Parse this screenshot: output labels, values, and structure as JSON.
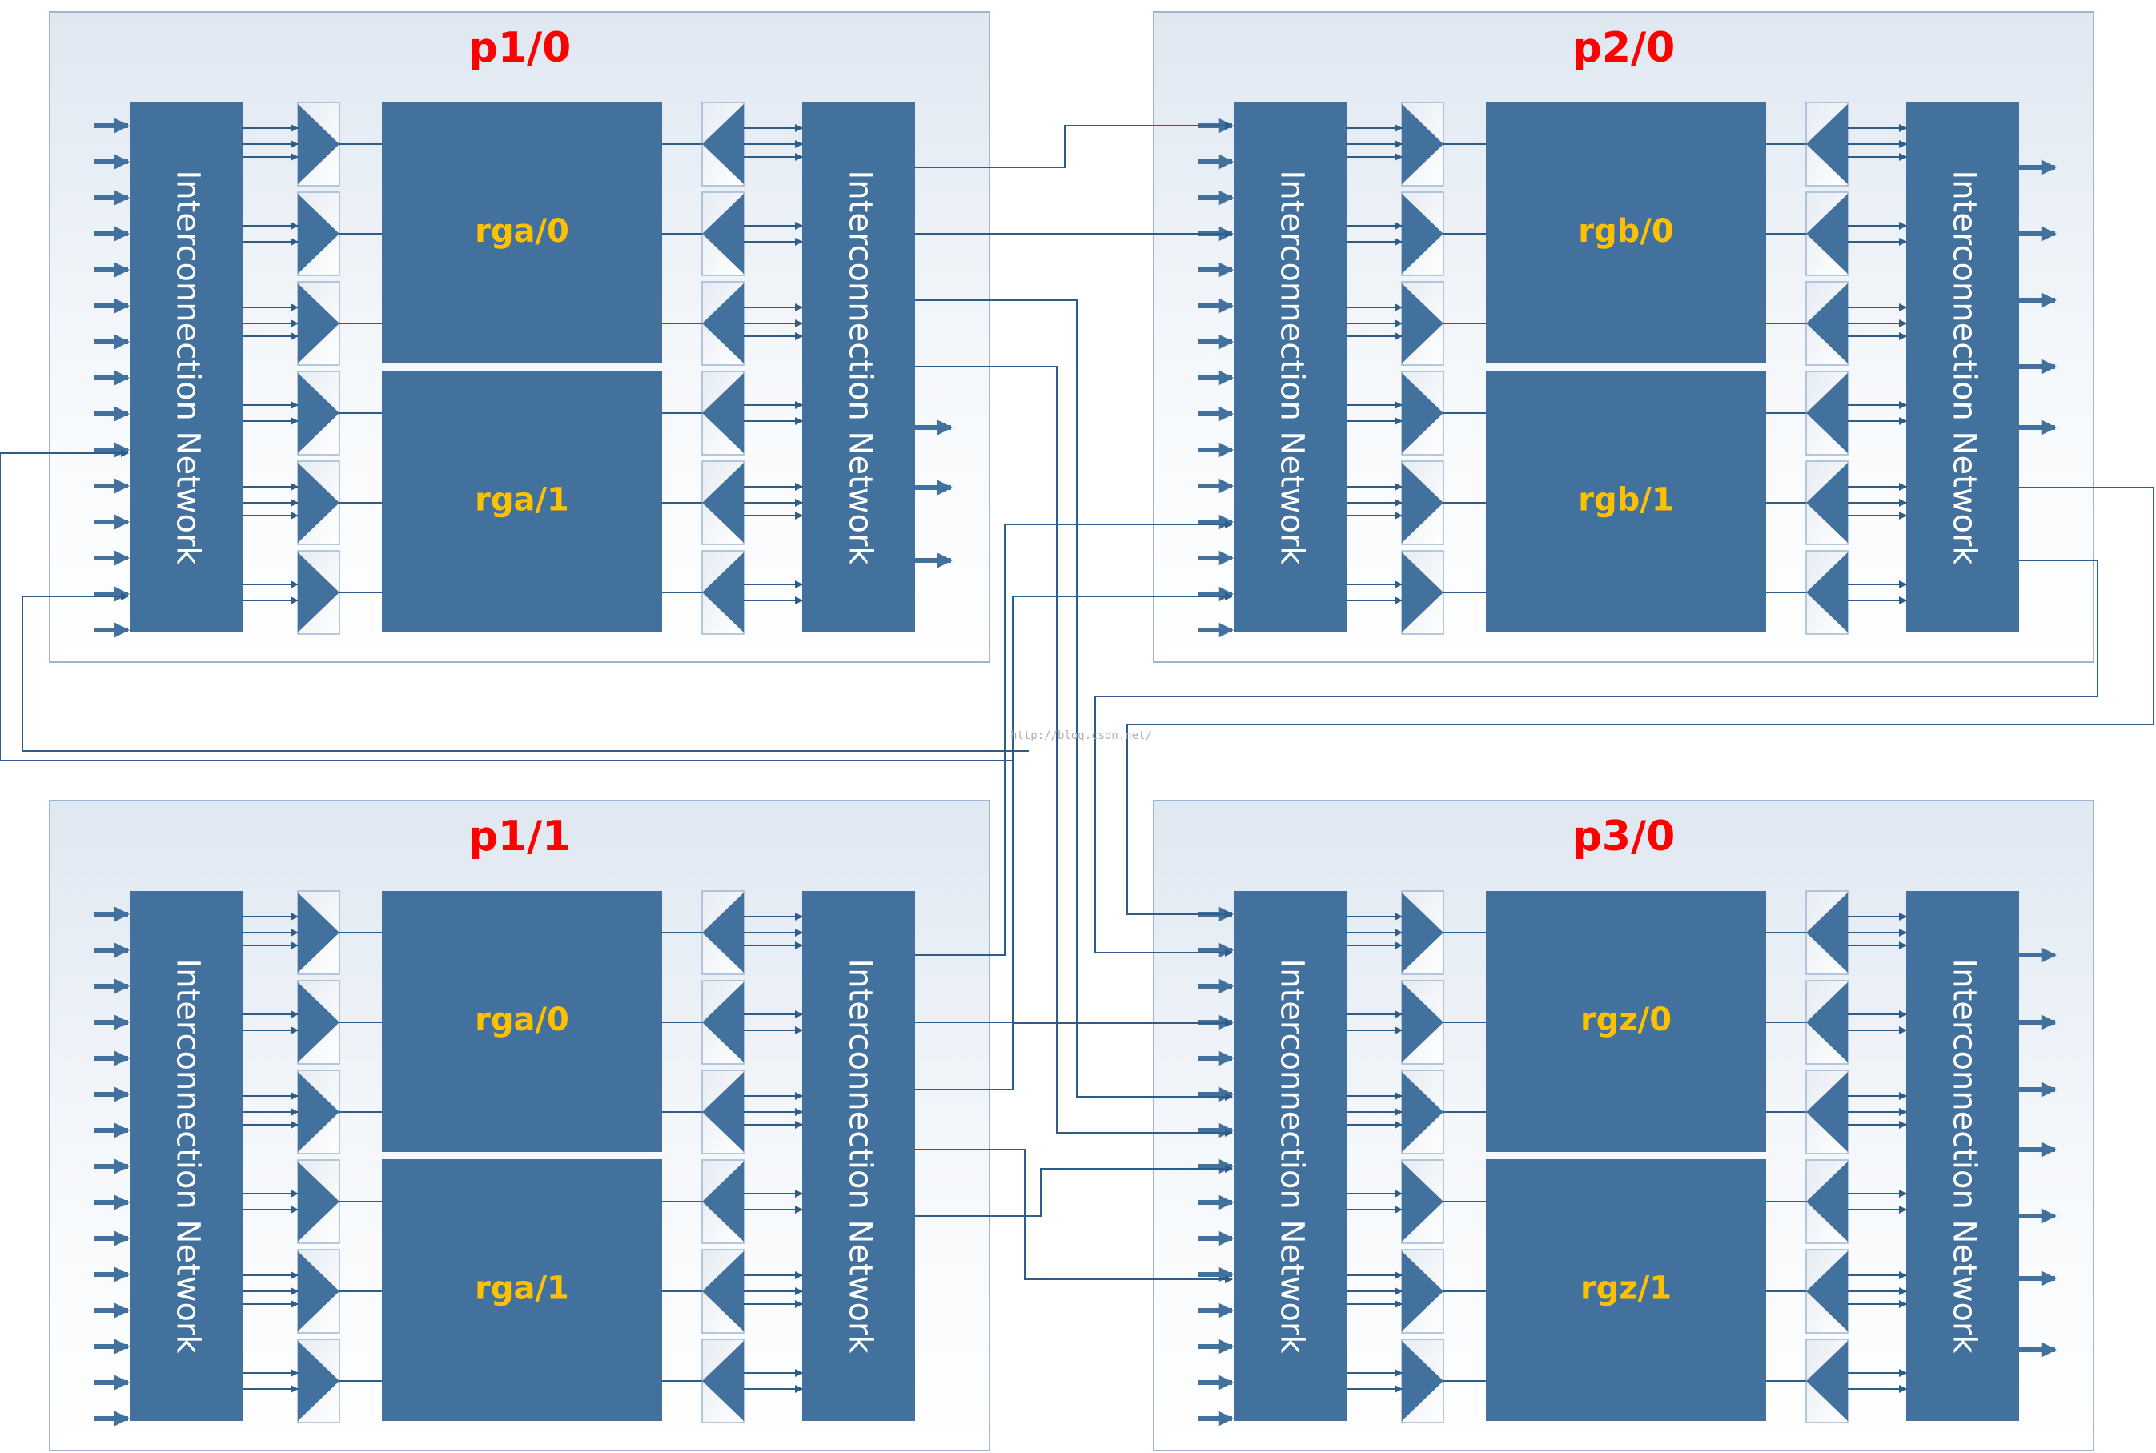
{
  "colors": {
    "block": "#41719c",
    "panel_border": "#9eb6d3",
    "panel_fill_top": "#dfe7f1",
    "title": "#ff0000",
    "core_label": "#ffc000",
    "icn_label": "#ffffff",
    "wire": "#2f5d8a"
  },
  "watermark": "http://blog.csdn.net/",
  "partitions": [
    {
      "id": "p1-0",
      "title": "p1/0",
      "cores": [
        "rga/0",
        "rga/1"
      ],
      "left_network": "Interconnection Network",
      "right_network": "Interconnection Network"
    },
    {
      "id": "p2-0",
      "title": "p2/0",
      "cores": [
        "rgb/0",
        "rgb/1"
      ],
      "left_network": "Interconnection Network",
      "right_network": "Interconnection Network"
    },
    {
      "id": "p1-1",
      "title": "p1/1",
      "cores": [
        "rga/0",
        "rga/1"
      ],
      "left_network": "Interconnection Network",
      "right_network": "Interconnection Network"
    },
    {
      "id": "p3-0",
      "title": "p3/0",
      "cores": [
        "rgz/0",
        "rgz/1"
      ],
      "left_network": "Interconnection Network",
      "right_network": "Interconnection Network"
    }
  ]
}
